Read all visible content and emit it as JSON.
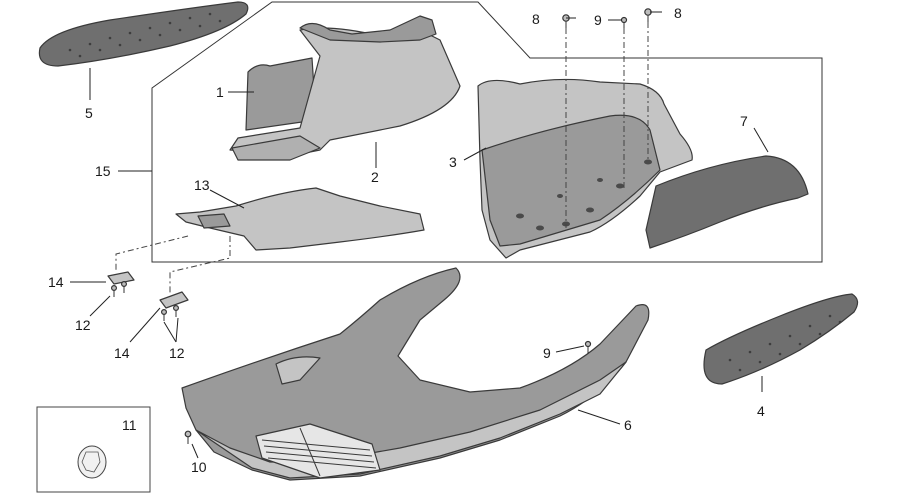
{
  "diagram": {
    "callouts": {
      "c1": "1",
      "c2": "2",
      "c3": "3",
      "c4": "4",
      "c5": "5",
      "c6": "6",
      "c7": "7",
      "c8a": "8",
      "c8b": "8",
      "c9a": "9",
      "c9b": "9",
      "c10": "10",
      "c11": "11",
      "c12a": "12",
      "c12b": "12",
      "c13": "13",
      "c14a": "14",
      "c14b": "14",
      "c15": "15"
    }
  },
  "colors": {
    "mat": "#6f6f6f",
    "panel": "#9a9a9a",
    "panel_light": "#c4c4c4",
    "background": "#ffffff"
  }
}
